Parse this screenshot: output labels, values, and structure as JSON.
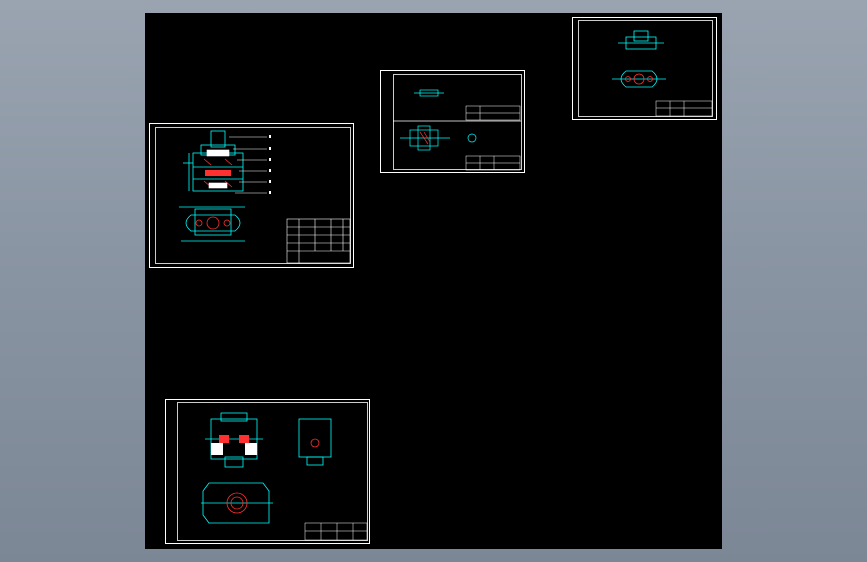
{
  "viewport": {
    "background_color": "#000000",
    "surround_color": "#8f99a6"
  },
  "colors": {
    "border": "#ffffff",
    "geometry": "#00ffff",
    "section": "#ff3030",
    "accent": "#ffff00"
  },
  "sheets": [
    {
      "name": "assembly-drawing",
      "note": ""
    },
    {
      "name": "part-drawing-small",
      "note": ""
    },
    {
      "name": "part-drawing-top-right",
      "note": ""
    },
    {
      "name": "part-drawing-bottom",
      "note": ""
    }
  ]
}
